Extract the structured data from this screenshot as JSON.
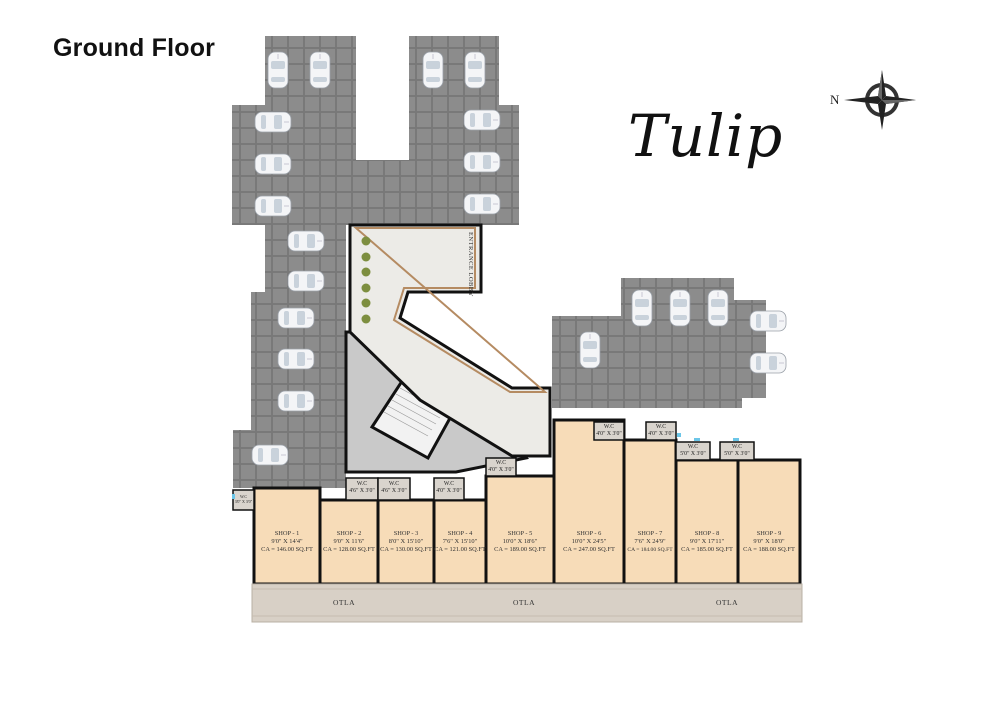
{
  "header": {
    "plan_title": "Ground Floor",
    "brand_name": "Tulip"
  },
  "compass": {
    "north_label": "N",
    "icon": "compass-rose-icon"
  },
  "lobby": {
    "label": "ENTRANCE LOBBY"
  },
  "otla": {
    "labels": [
      "OTLA",
      "OTLA",
      "OTLA"
    ]
  },
  "shops": [
    {
      "name": "SHOP - 1",
      "size": "9'0\" X 14'4\"",
      "area": "CA = 146.00 SQ.FT"
    },
    {
      "name": "SHOP - 2",
      "size": "9'0\" X 11'6\"",
      "area": "CA = 128.00 SQ.FT"
    },
    {
      "name": "SHOP - 3",
      "size": "8'0\" X 15'10\"",
      "area": "CA = 130.00 SQ.FT"
    },
    {
      "name": "SHOP - 4",
      "size": "7'6\" X 15'10\"",
      "area": "CA = 121.00 SQ.FT"
    },
    {
      "name": "SHOP - 5",
      "size": "10'0\" X 18'6\"",
      "area": "CA = 189.00 SQ.FT"
    },
    {
      "name": "SHOP - 6",
      "size": "10'0\" X 24'5\"",
      "area": "CA = 247.00 SQ.FT"
    },
    {
      "name": "SHOP - 7",
      "size": "7'6\" X 24'9\"",
      "area": "CA = 184.00 SQ.FT"
    },
    {
      "name": "SHOP - 8",
      "size": "9'0\" X 17'11\"",
      "area": "CA = 185.00 SQ.FT"
    },
    {
      "name": "SHOP - 9",
      "size": "9'0\" X 18'0\"",
      "area": "CA = 188.00 SQ.FT"
    }
  ],
  "wcs": [
    {
      "name": "W.C",
      "size": "3'0\" X 3'0\""
    },
    {
      "name": "W.C",
      "size": "4'6\" X 3'0\""
    },
    {
      "name": "W.C",
      "size": "4'6\" X 3'0\""
    },
    {
      "name": "W.C",
      "size": "4'0\" X 3'0\""
    },
    {
      "name": "W.C",
      "size": "4'0\" X 3'0\""
    },
    {
      "name": "W.C",
      "size": "4'0\" X 3'0\""
    },
    {
      "name": "W.C",
      "size": "4'0\" X 3'0\""
    },
    {
      "name": "W.C",
      "size": "5'0\" X 3'0\""
    },
    {
      "name": "W.C",
      "size": "5'0\" X 3'0\""
    }
  ],
  "colors": {
    "paving": "#8a8a8a",
    "shop_fill": "#f7dcb8",
    "wall": "#111111",
    "lobby_floor": "#ece9e4",
    "otla": "#d7cfc5"
  }
}
